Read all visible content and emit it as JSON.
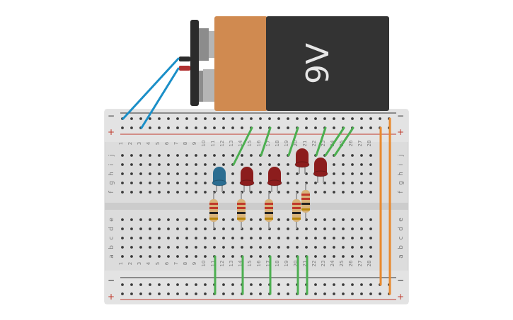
{
  "battery": {
    "label": "9V",
    "colors": {
      "body": "#333333",
      "band": "#d08a50",
      "terminal": "#9a9a9a",
      "clip": "#2b2b2b"
    }
  },
  "breadboard": {
    "columns": 28,
    "top_row_labels": [
      "j",
      "i",
      "h",
      "g",
      "f"
    ],
    "bottom_row_labels": [
      "e",
      "d",
      "c",
      "b",
      "a"
    ],
    "rail_minus": "−",
    "rail_plus": "+",
    "colors": {
      "board": "#dcdcdc",
      "hole": "#3a3a3a",
      "rail_red": "#c0392b",
      "rail_dark": "#333333",
      "text": "#7a7a7a"
    }
  },
  "components": {
    "leds": [
      {
        "id": "led-1",
        "color": "blue",
        "column": 12
      },
      {
        "id": "led-2",
        "color": "red",
        "column": 15
      },
      {
        "id": "led-3",
        "color": "red",
        "column": 18
      },
      {
        "id": "led-4",
        "color": "red",
        "column": 21
      },
      {
        "id": "led-5",
        "color": "red",
        "column": 23
      }
    ],
    "resistors": [
      {
        "id": "resistor-1",
        "column": 11
      },
      {
        "id": "resistor-2",
        "column": 14
      },
      {
        "id": "resistor-3",
        "column": 17
      },
      {
        "id": "resistor-4",
        "column": 20
      },
      {
        "id": "resistor-5",
        "column": 21
      }
    ]
  },
  "wire_colors": {
    "battery_leads": "#1a8fc8",
    "jumpers": "#4caf50",
    "power": "#e8892d"
  }
}
